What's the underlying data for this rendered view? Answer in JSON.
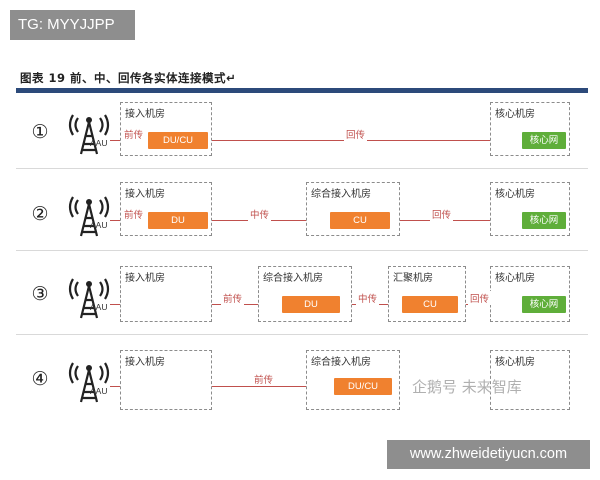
{
  "tag": "TG: MYYJJPP",
  "caption": "图表 19 前、中、回传各实体连接模式↵",
  "aau_label": "AAU",
  "rows": [
    {
      "number": "①",
      "rooms": [
        {
          "label": "接入机房",
          "box": "DU/CU"
        },
        {
          "label": "核心机房",
          "box": "核心网"
        }
      ],
      "links": [
        "前传",
        "回传"
      ]
    },
    {
      "number": "②",
      "rooms": [
        {
          "label": "接入机房",
          "box": "DU"
        },
        {
          "label": "综合接入机房",
          "box": "CU"
        },
        {
          "label": "核心机房",
          "box": "核心网"
        }
      ],
      "links": [
        "前传",
        "中传",
        "回传"
      ]
    },
    {
      "number": "③",
      "rooms": [
        {
          "label": "接入机房"
        },
        {
          "label": "综合接入机房",
          "box": "DU"
        },
        {
          "label": "汇聚机房",
          "box": "CU"
        },
        {
          "label": "核心机房",
          "box": "核心网"
        }
      ],
      "links": [
        "前传",
        "中传",
        "回传"
      ]
    },
    {
      "number": "④",
      "rooms": [
        {
          "label": "接入机房"
        },
        {
          "label": "综合接入机房",
          "box": "DU/CU"
        },
        {
          "label": "核心机房"
        }
      ],
      "links": [
        "前传"
      ]
    }
  ],
  "watermark": "企鹅号 未来智库",
  "url": "www.zhweidetiyucn.com",
  "colors": {
    "link": "#c0504d",
    "du_cu": "#f0812f",
    "core": "#5fae3a"
  }
}
